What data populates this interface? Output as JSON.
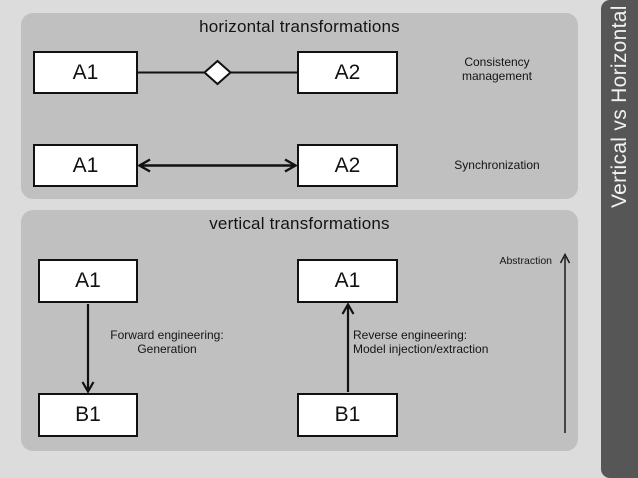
{
  "slide": {
    "background_color": "#dcdcdc",
    "panel_color": "#c0c0c0",
    "sidebar_color": "#565656",
    "box_fill": "#ffffff",
    "line_color": "#111111",
    "sidebar_text_color": "#f2f2f2"
  },
  "sidebar": {
    "label": "Vertical vs Horizontal"
  },
  "horizontal_panel": {
    "title": "horizontal transformations",
    "consistency_row": {
      "left_box": "A1",
      "right_box": "A2",
      "connector": "line-with-hollow-diamond",
      "annotation": "Consistency\nmanagement"
    },
    "synchronization_row": {
      "left_box": "A1",
      "right_box": "A2",
      "connector": "double-headed-arrow",
      "annotation": "Synchronization"
    }
  },
  "vertical_panel": {
    "title": "vertical transformations",
    "forward_flow": {
      "top_box": "A1",
      "bottom_box": "B1",
      "arrow_direction": "down",
      "label": "Forward engineering:\nGeneration"
    },
    "reverse_flow": {
      "top_box": "A1",
      "bottom_box": "B1",
      "arrow_direction": "up",
      "label": "Reverse engineering:\nModel injection/extraction"
    },
    "abstraction": {
      "label": "Abstraction",
      "arrow_direction": "up"
    }
  }
}
